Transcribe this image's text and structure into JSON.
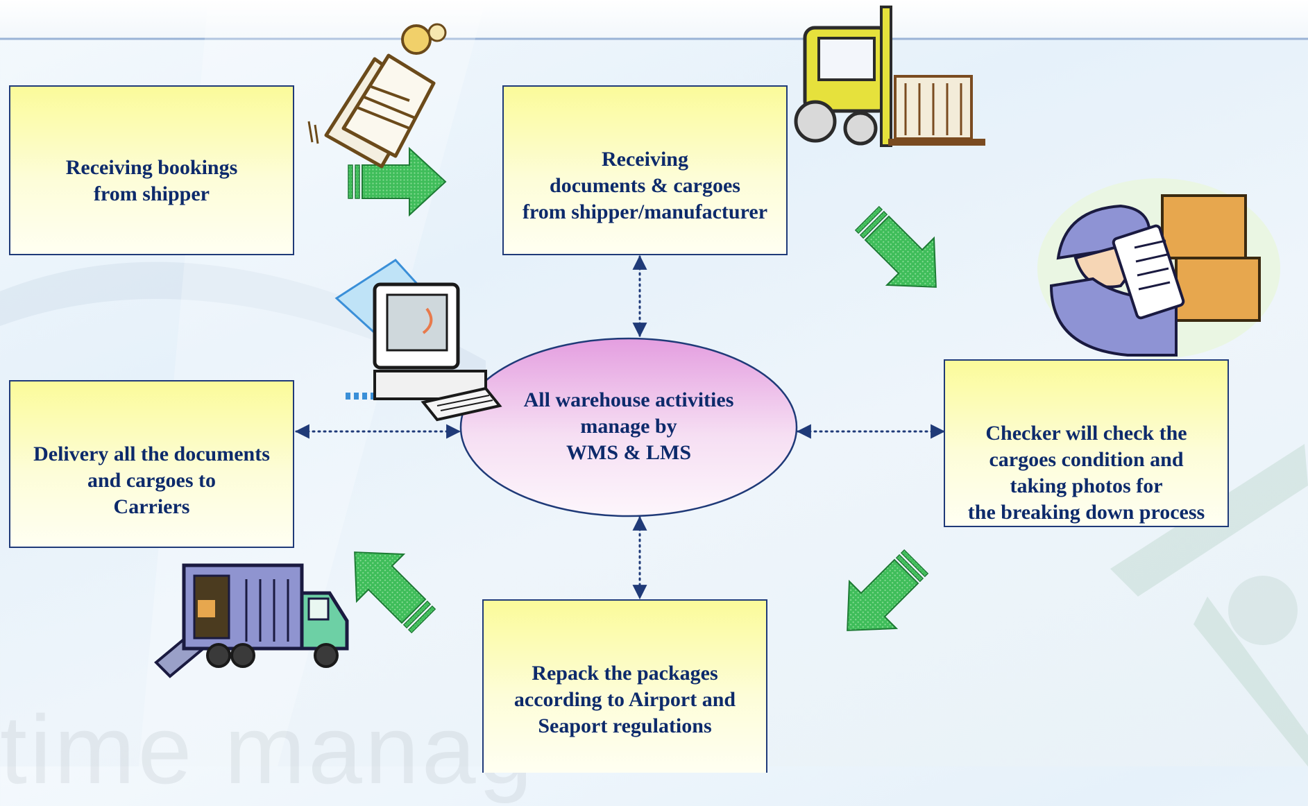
{
  "boxes": {
    "receiving_bookings": "Receiving bookings\nfrom shipper",
    "receiving_documents": "Receiving\ndocuments & cargoes\nfrom shipper/manufacturer",
    "checker": "Checker will check the\ncargoes condition and\ntaking photos for\nthe breaking down process",
    "repack": "Repack the packages\naccording to Airport and\nSeaport regulations",
    "delivery": "Delivery all the documents\nand cargoes to\nCarriers"
  },
  "center": {
    "label": "All warehouse activities\nmanage by\nWMS & LMS"
  },
  "watermark": "time manag",
  "colors": {
    "box_border": "#1f3a78",
    "box_fill": "#fbfb9a",
    "text": "#0d2a6b",
    "arrow": "#3dbb5a",
    "ellipse": "#e9a6df"
  },
  "icons": [
    "documents-icon",
    "forklift-icon",
    "checker-worker-icon",
    "computer-icon",
    "truck-icon"
  ]
}
